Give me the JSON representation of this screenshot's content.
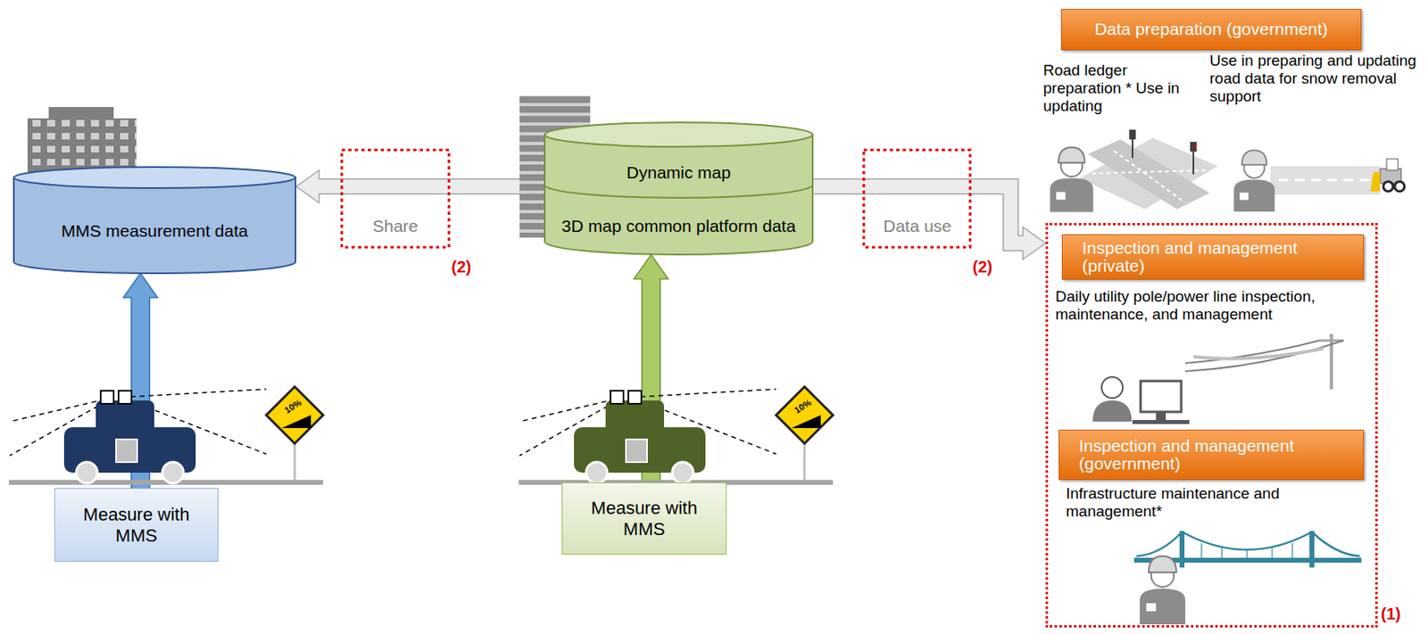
{
  "diagram": {
    "nodes": [
      {
        "text": [
          "MMS measurement data"
        ]
      },
      {
        "text": [
          "Dynamic map",
          "3D map common platform data"
        ]
      },
      {
        "text": [
          "Measure with MMS"
        ]
      },
      {
        "text": [
          "Measure with MMS"
        ]
      },
      {
        "text": [
          "Data preparation (government)"
        ]
      },
      {
        "text": [
          "(1)"
        ]
      },
      {
        "text": [
          "Inspection and management (private)"
        ],
        "in": 5
      },
      {
        "text": [
          "Inspection and management (government)"
        ],
        "in": 5
      }
    ],
    "edges": [
      {
        "from": 2,
        "to": 0,
        "arrow": "to"
      },
      {
        "from": 3,
        "to": 1,
        "arrow": "to"
      },
      {
        "from": 0,
        "to": 1,
        "label": "Share",
        "arrow": "both"
      },
      {
        "from": 1,
        "to": 5,
        "label": "Data use",
        "arrow": "to"
      }
    ],
    "labels": [
      "10%",
      "10%",
      "(2)",
      "(2)",
      "Road ledger preparation * Use in updating",
      "Use in preparing and updating road data for snow removal support",
      "Daily utility pole/power line inspection, maintenance, and management",
      "Infrastructure maintenance and management*"
    ]
  }
}
